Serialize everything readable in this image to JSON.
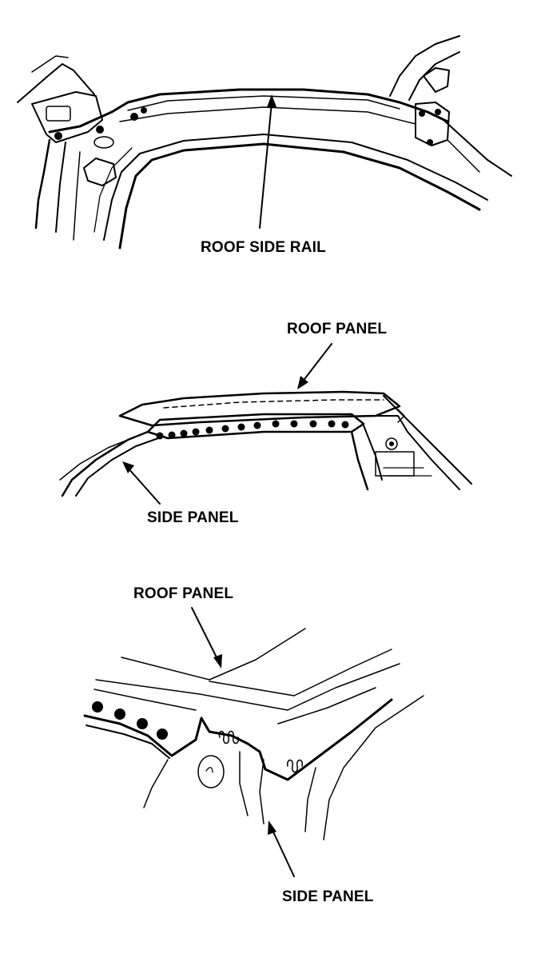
{
  "figures": [
    {
      "label": "ROOF SIDE RAIL"
    },
    {
      "label_top": "ROOF PANEL",
      "label_bottom": "SIDE PANEL"
    },
    {
      "label_top": "ROOF PANEL",
      "label_bottom": "SIDE PANEL"
    }
  ]
}
